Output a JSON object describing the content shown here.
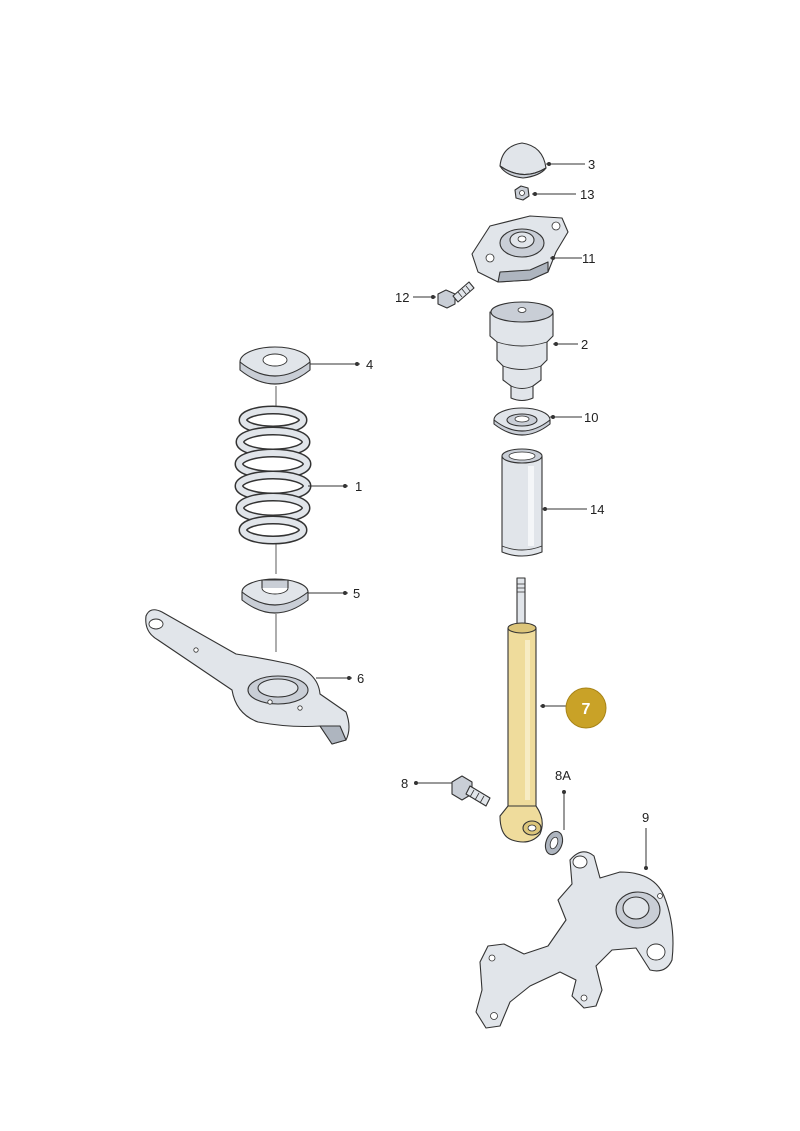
{
  "diagram": {
    "highlight_color": "#c9a227",
    "parts": [
      {
        "id": "3",
        "label": "3"
      },
      {
        "id": "13",
        "label": "13"
      },
      {
        "id": "11",
        "label": "11"
      },
      {
        "id": "12",
        "label": "12"
      },
      {
        "id": "2",
        "label": "2"
      },
      {
        "id": "4",
        "label": "4"
      },
      {
        "id": "10",
        "label": "10"
      },
      {
        "id": "1",
        "label": "1"
      },
      {
        "id": "14",
        "label": "14"
      },
      {
        "id": "5",
        "label": "5"
      },
      {
        "id": "6",
        "label": "6"
      },
      {
        "id": "7",
        "label": "7",
        "highlighted": true
      },
      {
        "id": "8",
        "label": "8"
      },
      {
        "id": "8A",
        "label": "8A"
      },
      {
        "id": "9",
        "label": "9"
      }
    ]
  }
}
